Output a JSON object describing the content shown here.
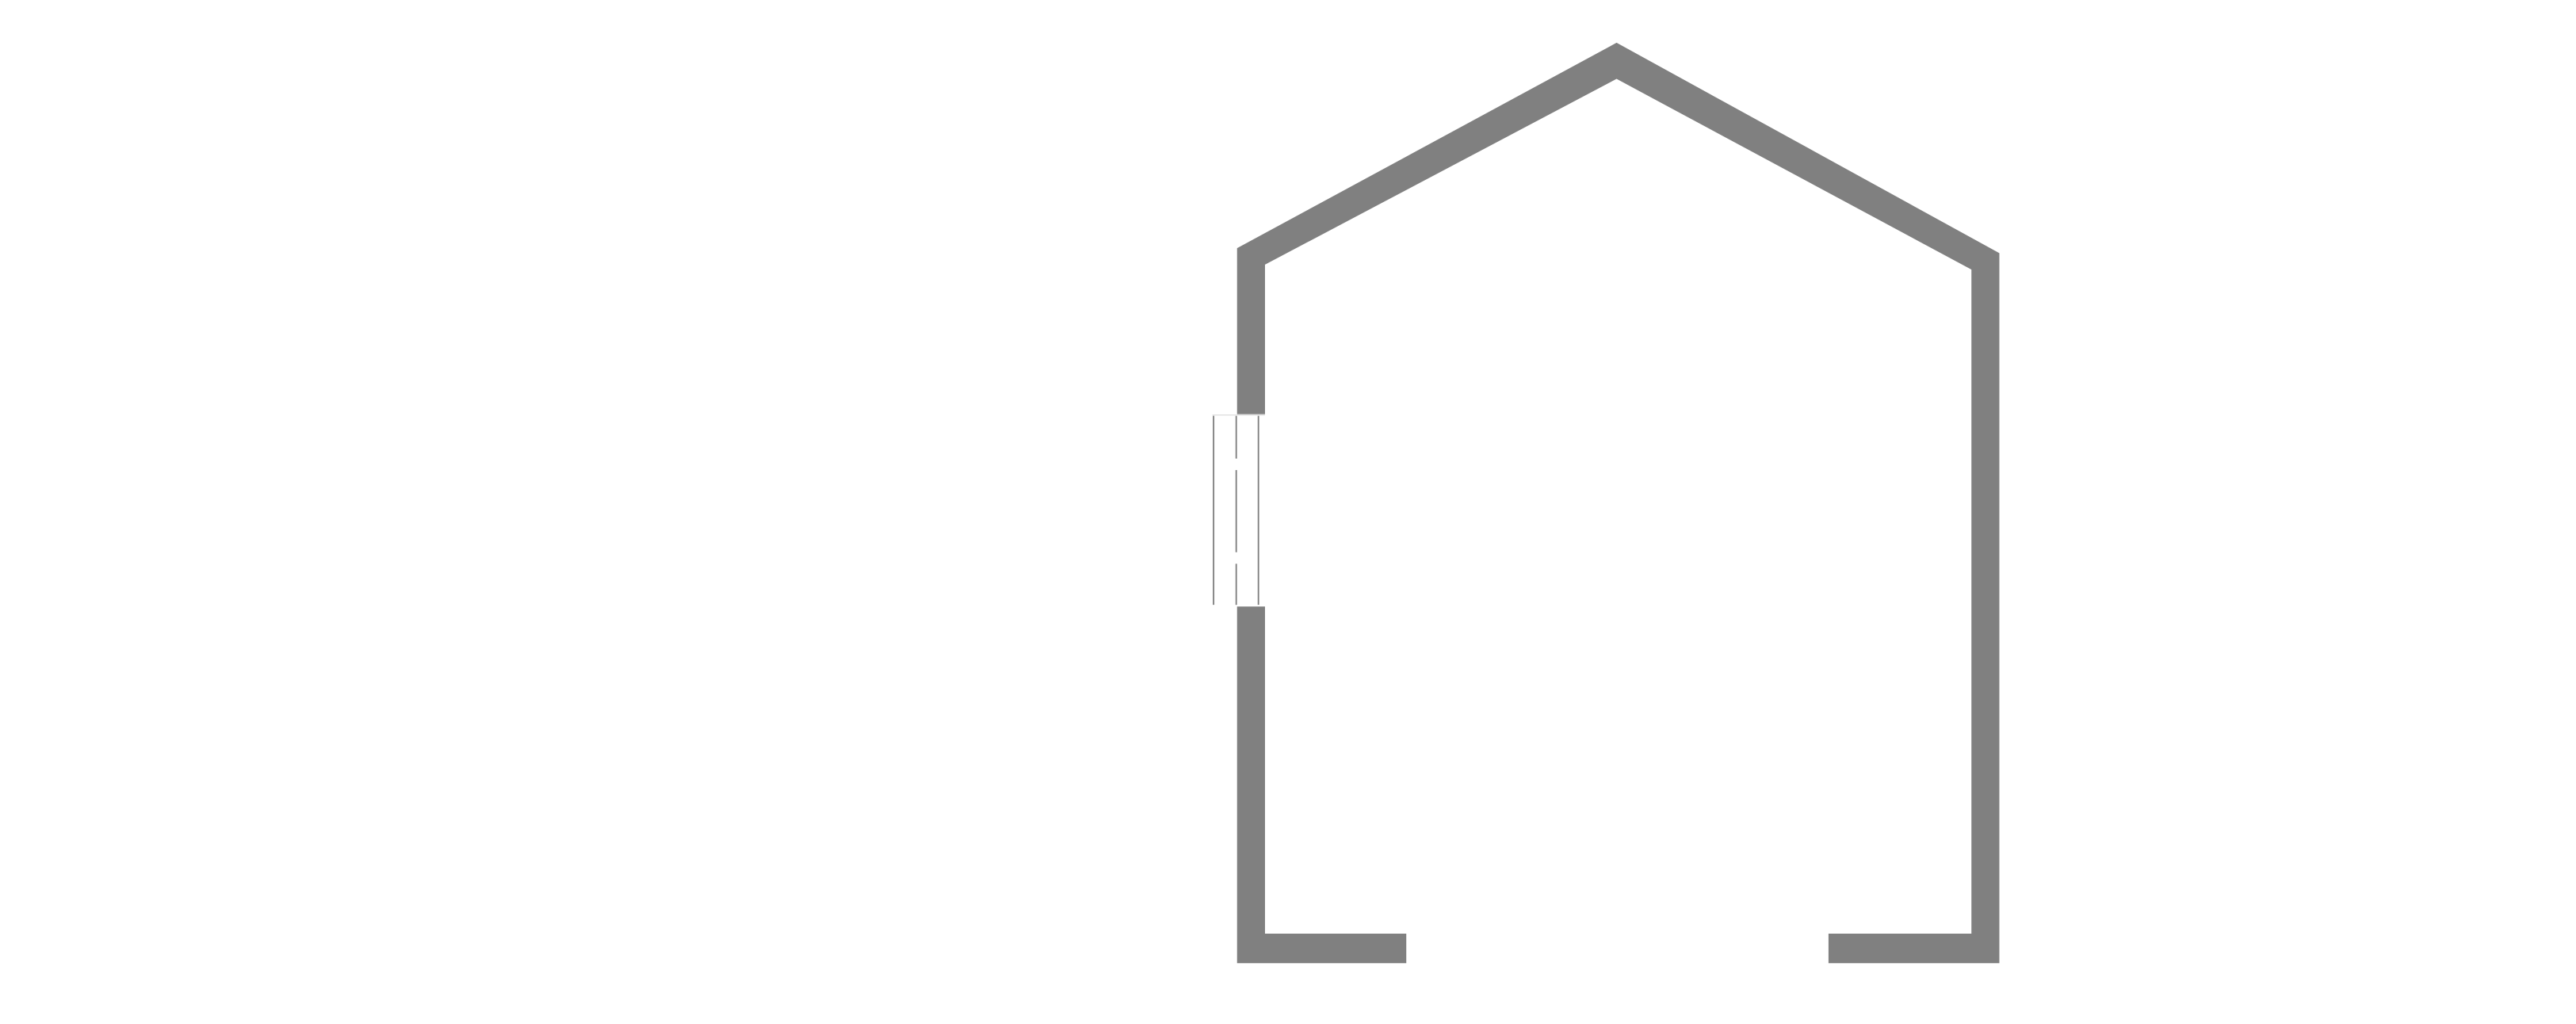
{
  "diagram": {
    "type": "floor-plan",
    "elements": [
      "walls",
      "window",
      "door-opening"
    ],
    "colors": {
      "wall": "#808080",
      "window_line": "#808080",
      "background": "#ffffff"
    }
  }
}
